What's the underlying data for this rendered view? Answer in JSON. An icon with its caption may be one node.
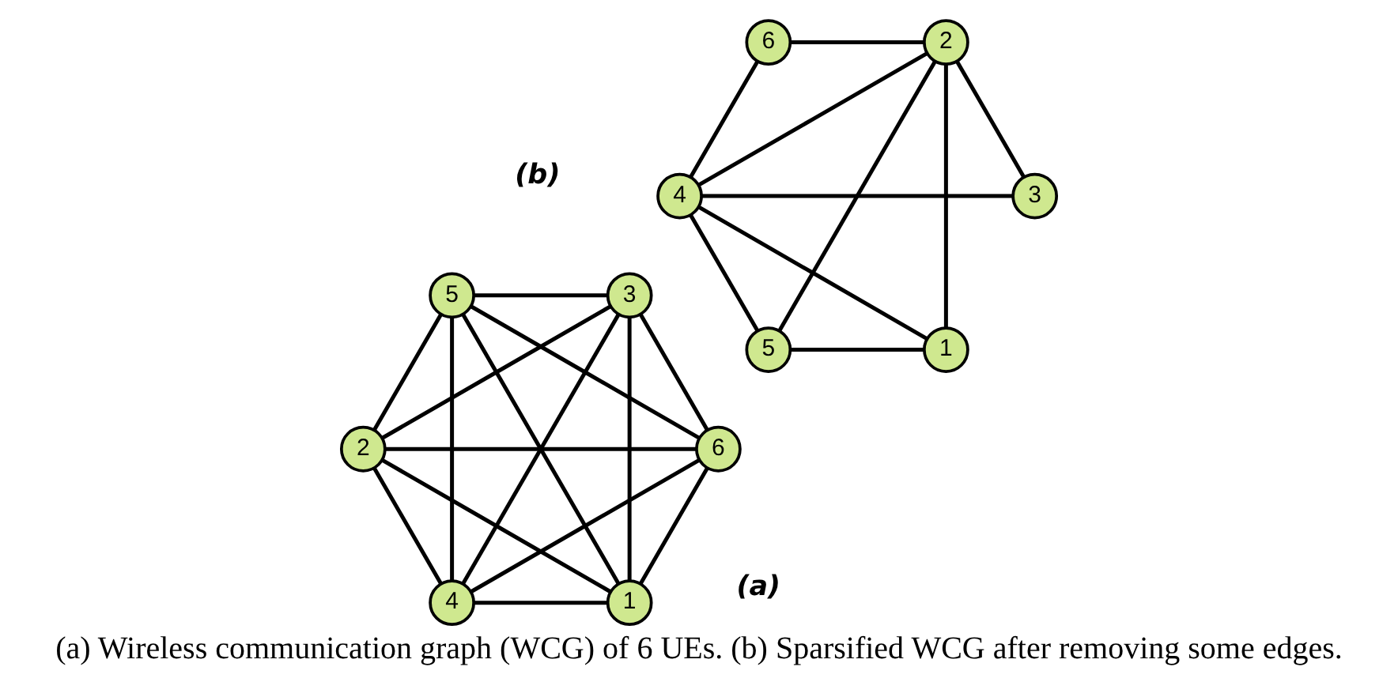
{
  "diagram": {
    "caption": "(a) Wireless communication graph (WCG) of 6 UEs. (b) Sparsified WCG after removing some edges.",
    "nodes": [
      {
        "text": [
          "1"
        ]
      },
      {
        "text": [
          "6"
        ]
      },
      {
        "text": [
          "2"
        ]
      },
      {
        "text": [
          "5"
        ]
      },
      {
        "text": [
          "3"
        ]
      },
      {
        "text": [
          "4"
        ]
      },
      {
        "text": [
          "1"
        ]
      },
      {
        "text": [
          "6"
        ]
      },
      {
        "text": [
          "2"
        ]
      },
      {
        "text": [
          "5"
        ]
      },
      {
        "text": [
          "3"
        ]
      },
      {
        "text": [
          "4"
        ]
      }
    ],
    "edges": [
      {
        "from": 0,
        "to": 2,
        "arrow": "none"
      },
      {
        "from": 0,
        "to": 4,
        "arrow": "none"
      },
      {
        "from": 0,
        "to": 5,
        "arrow": "none"
      },
      {
        "from": 0,
        "to": 3,
        "arrow": "none"
      },
      {
        "from": 0,
        "to": 1,
        "arrow": "none"
      },
      {
        "from": 2,
        "to": 4,
        "arrow": "none"
      },
      {
        "from": 2,
        "to": 5,
        "arrow": "none"
      },
      {
        "from": 2,
        "to": 3,
        "arrow": "none"
      },
      {
        "from": 2,
        "to": 1,
        "arrow": "none"
      },
      {
        "from": 4,
        "to": 5,
        "arrow": "none"
      },
      {
        "from": 4,
        "to": 3,
        "arrow": "none"
      },
      {
        "from": 4,
        "to": 1,
        "arrow": "none"
      },
      {
        "from": 5,
        "to": 3,
        "arrow": "none"
      },
      {
        "from": 5,
        "to": 1,
        "arrow": "none"
      },
      {
        "from": 3,
        "to": 1,
        "arrow": "none"
      },
      {
        "from": 6,
        "to": 8,
        "arrow": "none"
      },
      {
        "from": 6,
        "to": 11,
        "arrow": "none"
      },
      {
        "from": 6,
        "to": 9,
        "arrow": "none"
      },
      {
        "from": 8,
        "to": 10,
        "arrow": "none"
      },
      {
        "from": 8,
        "to": 11,
        "arrow": "none"
      },
      {
        "from": 8,
        "to": 9,
        "arrow": "none"
      },
      {
        "from": 8,
        "to": 7,
        "arrow": "none"
      },
      {
        "from": 10,
        "to": 11,
        "arrow": "none"
      },
      {
        "from": 11,
        "to": 9,
        "arrow": "none"
      },
      {
        "from": 11,
        "to": 7,
        "arrow": "none"
      }
    ],
    "labels": [
      "(a)",
      "(b)"
    ]
  }
}
